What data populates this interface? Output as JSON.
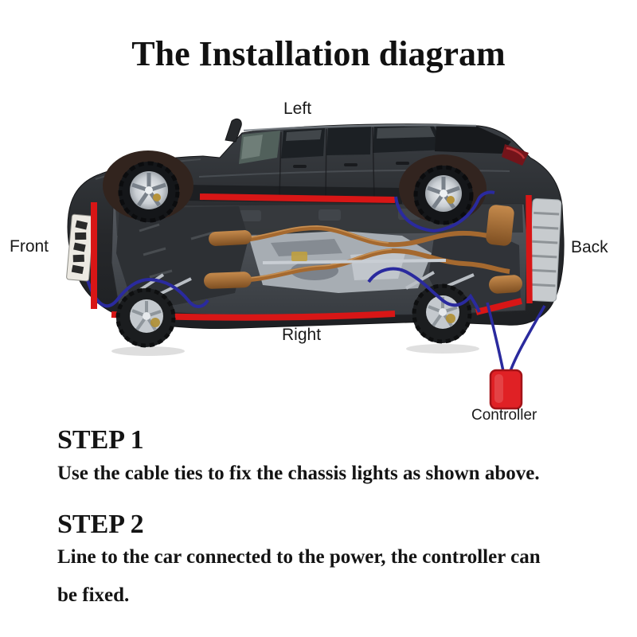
{
  "title": "The Installation diagram",
  "diagram": {
    "labels": {
      "left": "Left",
      "front": "Front",
      "back": "Back",
      "right": "Right",
      "controller": "Controller"
    },
    "colors": {
      "light_strip_red": "#d81616",
      "wire_blue": "#2a2a9e",
      "controller_red": "#e02125",
      "car_body_dark": "#27292c"
    }
  },
  "steps": [
    {
      "heading": "STEP 1",
      "lines": [
        "Use the cable ties to fix the chassis lights as shown above."
      ]
    },
    {
      "heading": "STEP 2",
      "lines": [
        "Line to the car connected to the power, the controller can",
        "be fixed."
      ]
    }
  ]
}
